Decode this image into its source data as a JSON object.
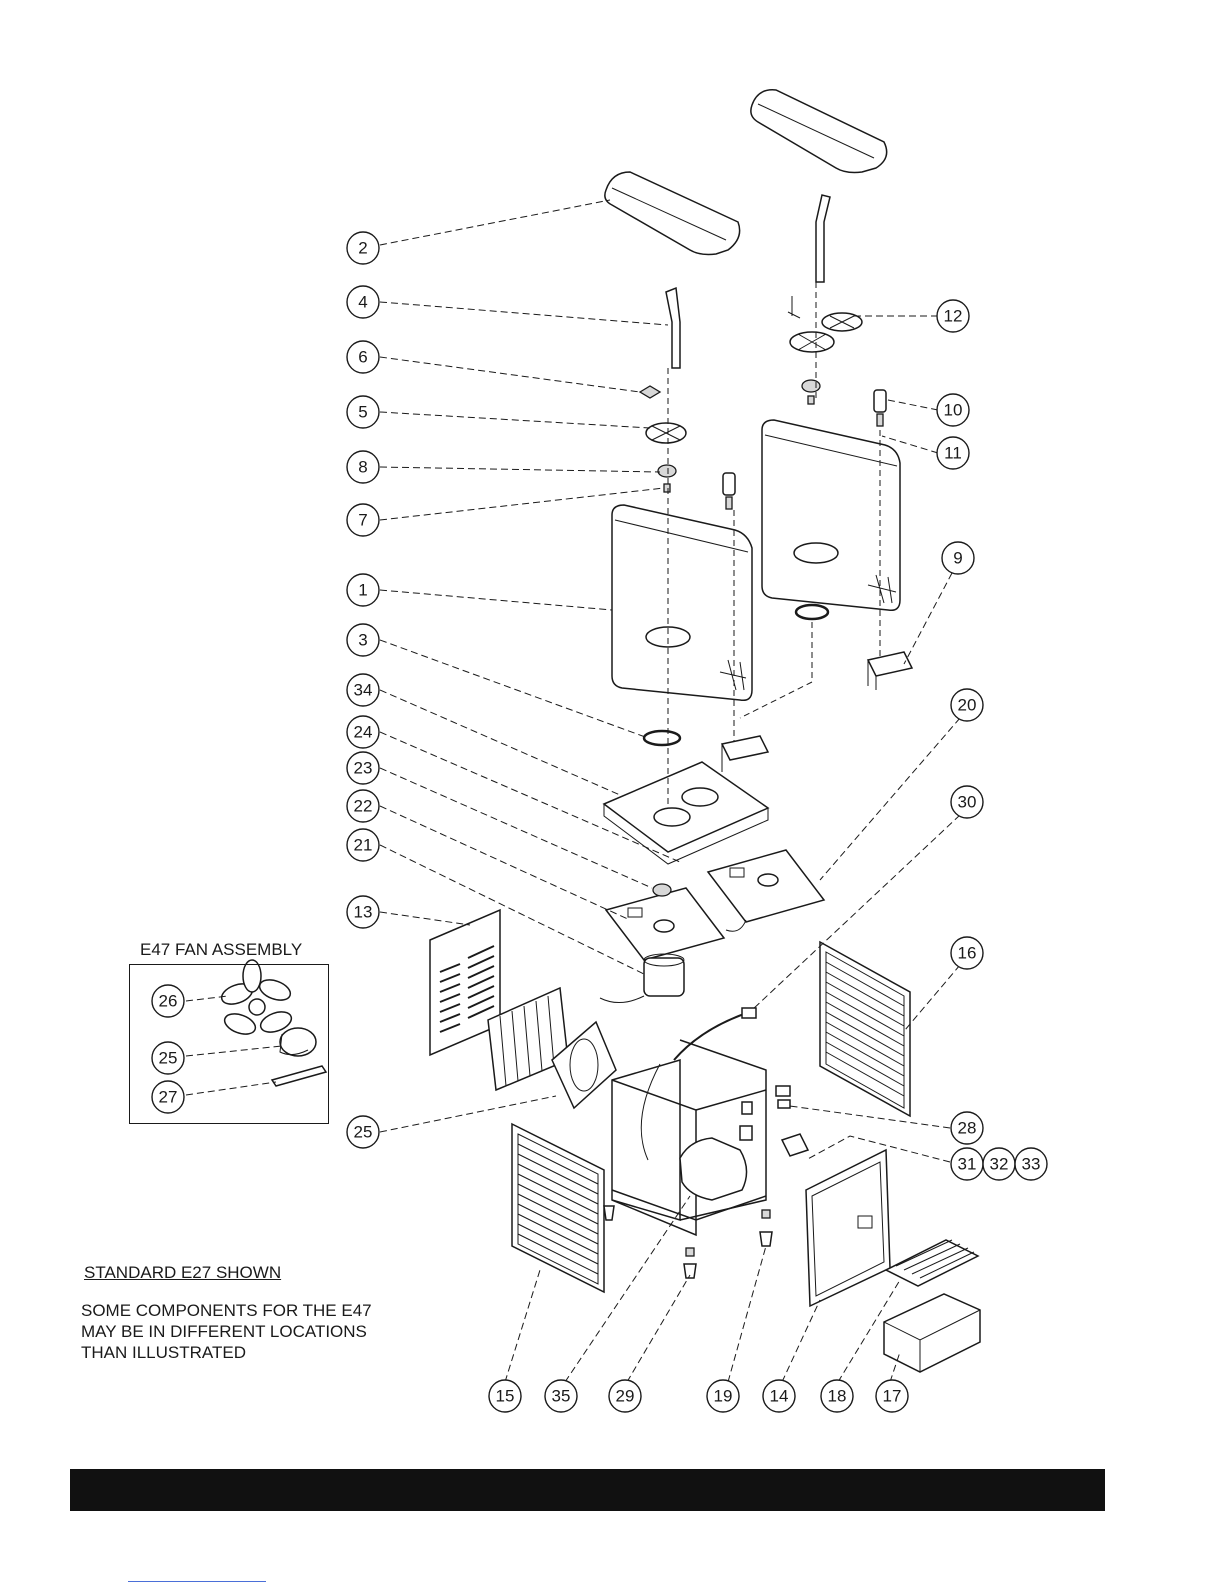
{
  "notes": {
    "inset_title": "E47 FAN ASSEMBLY",
    "standard_shown": "STANDARD E27 SHOWN",
    "location_note": "SOME COMPONENTS FOR THE E47\nMAY BE IN DIFFERENT LOCATIONS\nTHAN ILLUSTRATED"
  },
  "callouts": {
    "c1": "1",
    "c2": "2",
    "c3": "3",
    "c4": "4",
    "c5": "5",
    "c6": "6",
    "c7": "7",
    "c8": "8",
    "c9": "9",
    "c10": "10",
    "c11": "11",
    "c12": "12",
    "c13": "13",
    "c14": "14",
    "c15": "15",
    "c16": "16",
    "c17": "17",
    "c18": "18",
    "c19": "19",
    "c20": "20",
    "c21": "21",
    "c22": "22",
    "c23": "23",
    "c24": "24",
    "c25": "25",
    "c25b": "25",
    "c26": "26",
    "c27": "27",
    "c28": "28",
    "c29": "29",
    "c30": "30",
    "c31": "31",
    "c32": "32",
    "c33": "33",
    "c34": "34",
    "c35": "35"
  }
}
